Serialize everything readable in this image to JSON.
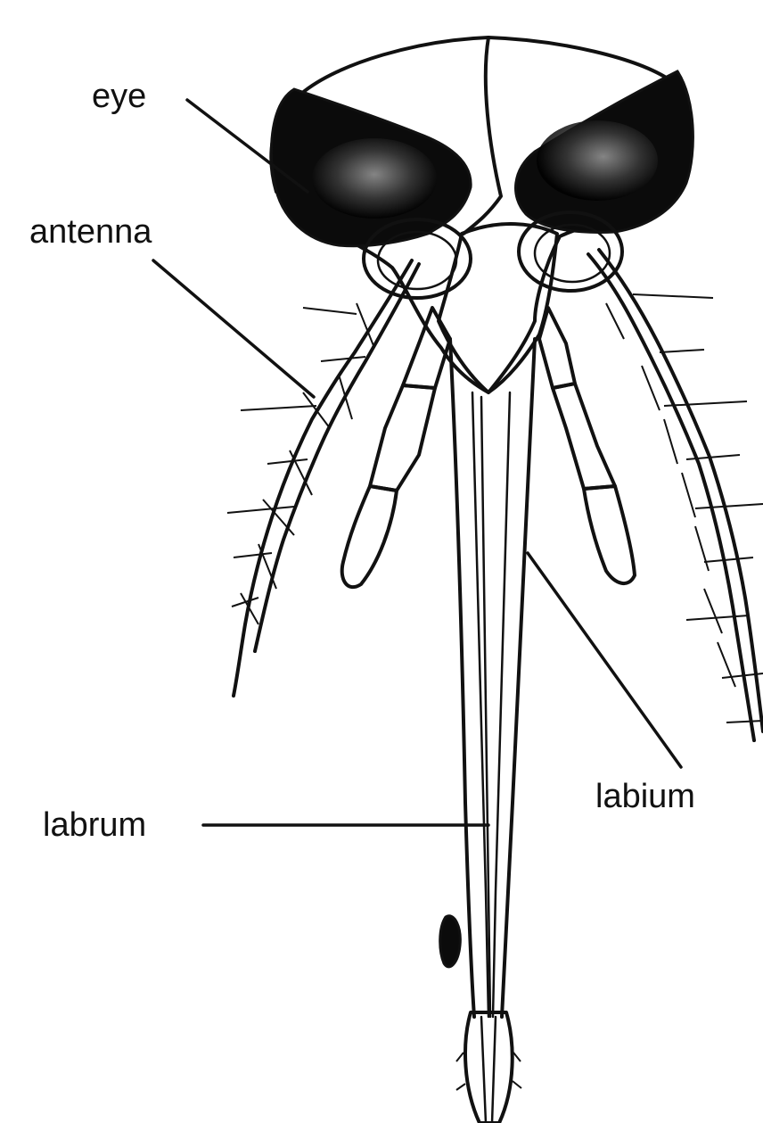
{
  "labels": {
    "eye": "eye",
    "antenna": "antenna",
    "labium": "labium",
    "labrum": "labrum"
  },
  "colors": {
    "ink": "#111111",
    "background": "#ffffff",
    "eye_texture": "#7a7a7a"
  }
}
